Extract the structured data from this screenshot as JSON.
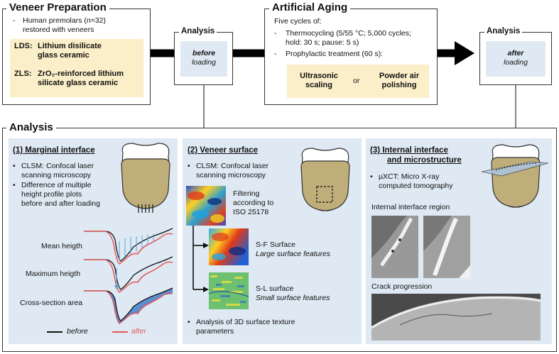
{
  "veneer": {
    "title": "Veneer Preparation",
    "line1": "Human premolars (n=32)",
    "line2": "restored with veneers",
    "lds_code": "LDS:",
    "lds_text1": "Lithium disilicate",
    "lds_text2": "glass ceramic",
    "zls_code": "ZLS:",
    "zls_text1": "ZrO₂-reinforced lithium",
    "zls_text2": "silicate glass ceramic"
  },
  "analysis_before": {
    "title": "Analysis",
    "line1": "before",
    "line2": "loading"
  },
  "aging": {
    "title": "Artificial Aging",
    "intro": "Five cycles of:",
    "thermo1": "Thermocycling (5/55 °C; 5,000 cycles;",
    "thermo2": "hold: 30 s; pause: 5 s)",
    "prophy": "Prophylactic treatment (60 s):",
    "ultra1": "Ultrasonic",
    "ultra2": "scaling",
    "or": "or",
    "powder1": "Powder air",
    "powder2": "polishing"
  },
  "analysis_after": {
    "title": "Analysis",
    "line1": "after",
    "line2": "loading"
  },
  "analysis": {
    "title": "Analysis",
    "p1": {
      "title": "(1) Marginal interface",
      "b1a": "CLSM: Confocal laser",
      "b1b": "scanning microscopy",
      "b2a": "Difference of multiple",
      "b2b": "height profile plots",
      "b2c": "before and after loading",
      "mean": "Mean heigth",
      "max": "Maximum heigth",
      "cross": "Cross-section area",
      "legend_before": "before",
      "legend_after": "after"
    },
    "p2": {
      "title": "(2) Veneer surface",
      "b1a": "CLSM: Confocal laser",
      "b1b": "scanning microscopy",
      "filter1": "Filtering",
      "filter2": "according to",
      "filter3": "ISO 25178",
      "sf1": "S-F Surface",
      "sf2": "Large surface features",
      "sl1": "S-L surface",
      "sl2": "Small surface features",
      "b2a": "Analysis of 3D surface texture",
      "b2b": "parameters"
    },
    "p3": {
      "title1": "(3) Internal interface",
      "title2": "and microstructure",
      "b1a": "µXCT: Micro X-ray",
      "b1b": "computed tomography",
      "region": "Internal interface region",
      "crack": "Crack progression"
    }
  },
  "colors": {
    "panel": "#dfe9f4",
    "highlight": "#fbefc9",
    "tooth": "#bfae7a",
    "after_line": "#e05a5a",
    "arrow": "#5aa0d8"
  }
}
